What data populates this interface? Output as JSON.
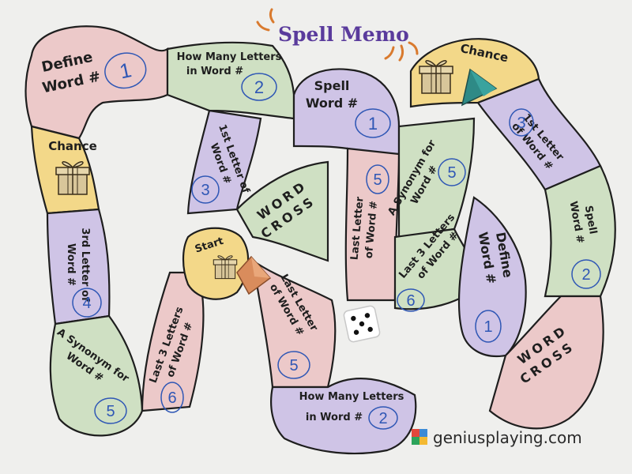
{
  "board": {
    "title": "Spell Memo",
    "brand": "geniusplaying.com",
    "colors": {
      "pink": "#ecc9c9",
      "green": "#cfe0c3",
      "purple": "#cfc4e6",
      "yellow": "#f3d889",
      "outline": "#1e1e1e",
      "numbers": "#2f57b5",
      "title": "#5a3b9c"
    },
    "spaces": [
      {
        "lines": [
          "Define",
          "Word #"
        ],
        "number": "1"
      },
      {
        "lines": [
          "How Many Letters",
          "in Word #"
        ],
        "number": "2"
      },
      {
        "lines": [
          "Chance"
        ],
        "icon": "gift-box-icon"
      },
      {
        "lines": [
          "1st Letter of",
          "Word #"
        ],
        "number": "3"
      },
      {
        "lines": [
          "3rd Letter of",
          "Word #"
        ],
        "number": "4"
      },
      {
        "lines": [
          "A Synonym for",
          "Word #"
        ],
        "number": "5"
      },
      {
        "lines": [
          "Last 3 Letters",
          "of Word #"
        ],
        "number": "6"
      },
      {
        "lines": [
          "Start"
        ],
        "icon": "gift-box-icon"
      },
      {
        "lines": [
          "WORD",
          "CROSS"
        ]
      },
      {
        "lines": [
          "Spell",
          "Word #"
        ],
        "number": "1"
      },
      {
        "lines": [
          "Last Letter",
          "of Word #"
        ],
        "number": "5"
      },
      {
        "lines": [
          "Last Letter",
          "of Word #"
        ],
        "number": "5"
      },
      {
        "lines": [
          "How Many Letters",
          "in Word #"
        ],
        "number": "2"
      },
      {
        "lines": [
          "A Synonym for",
          "Word #"
        ],
        "number": "5"
      },
      {
        "lines": [
          "Last 3 Letters",
          "of Word #"
        ],
        "number": "6"
      },
      {
        "lines": [
          "Chance"
        ],
        "icon": "gift-box-icon"
      },
      {
        "lines": [
          "1st Letter",
          "of Word #"
        ],
        "number": "3"
      },
      {
        "lines": [
          "Spell",
          "Word #"
        ],
        "number": "2"
      },
      {
        "lines": [
          "Define",
          "Word #"
        ],
        "number": "1"
      },
      {
        "lines": [
          "WORD",
          "CROSS"
        ]
      }
    ],
    "pieces": [
      {
        "name": "green-pawn",
        "color": "#2e8a86"
      },
      {
        "name": "orange-pawn",
        "color": "#d98c5c"
      },
      {
        "name": "die",
        "color": "#ffffff",
        "face": 5
      }
    ]
  }
}
